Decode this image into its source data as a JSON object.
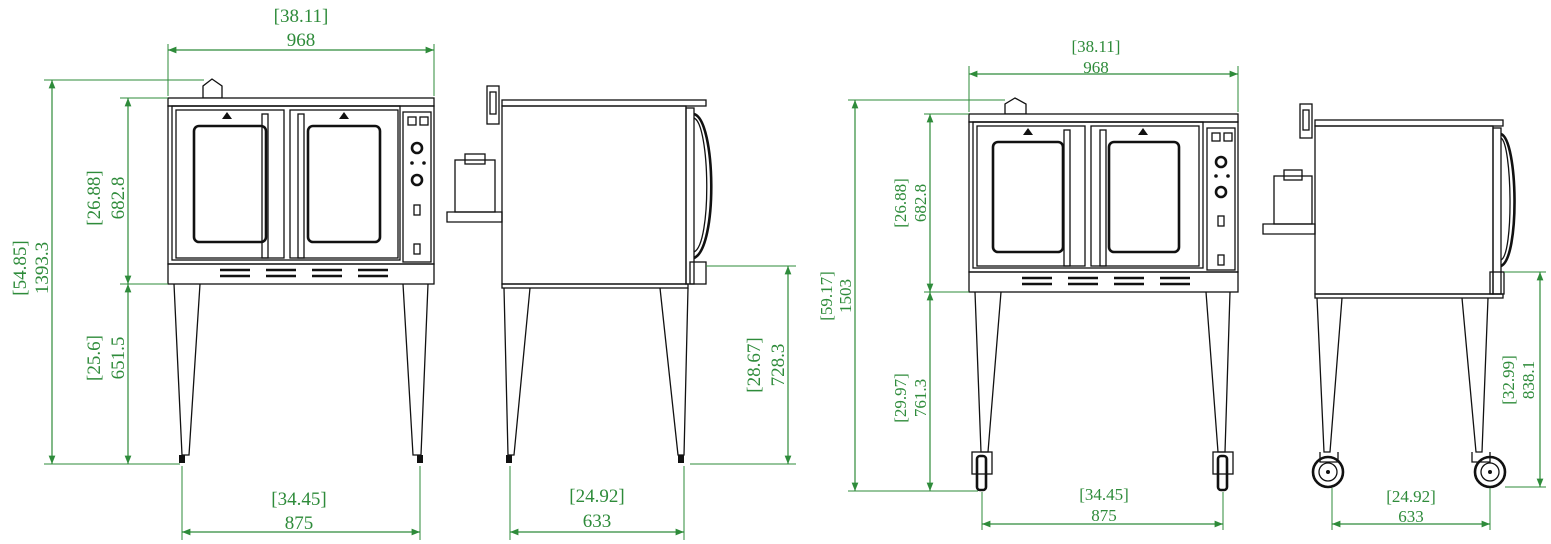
{
  "drawings": [
    {
      "id": "front-legs",
      "width_in": "[38.11]",
      "width_mm": "968",
      "total_height_in": "[54.85]",
      "total_height_mm": "1393.3",
      "body_height_in": "[26.88]",
      "body_height_mm": "682.8",
      "leg_height_in": "[25.6]",
      "leg_height_mm": "651.5",
      "leg_span_in": "[34.45]",
      "leg_span_mm": "875"
    },
    {
      "id": "side-legs",
      "door_height_in": "[28.67]",
      "door_height_mm": "728.3",
      "depth_in": "[24.92]",
      "depth_mm": "633"
    },
    {
      "id": "front-casters",
      "width_in": "[38.11]",
      "width_mm": "968",
      "total_height_in": "[59.17]",
      "total_height_mm": "1503",
      "body_height_in": "[26.88]",
      "body_height_mm": "682.8",
      "leg_height_in": "[29.97]",
      "leg_height_mm": "761.3",
      "leg_span_in": "[34.45]",
      "leg_span_mm": "875"
    },
    {
      "id": "side-casters",
      "door_height_in": "[32.99]",
      "door_height_mm": "838.1",
      "depth_in": "[24.92]",
      "depth_mm": "633"
    }
  ]
}
